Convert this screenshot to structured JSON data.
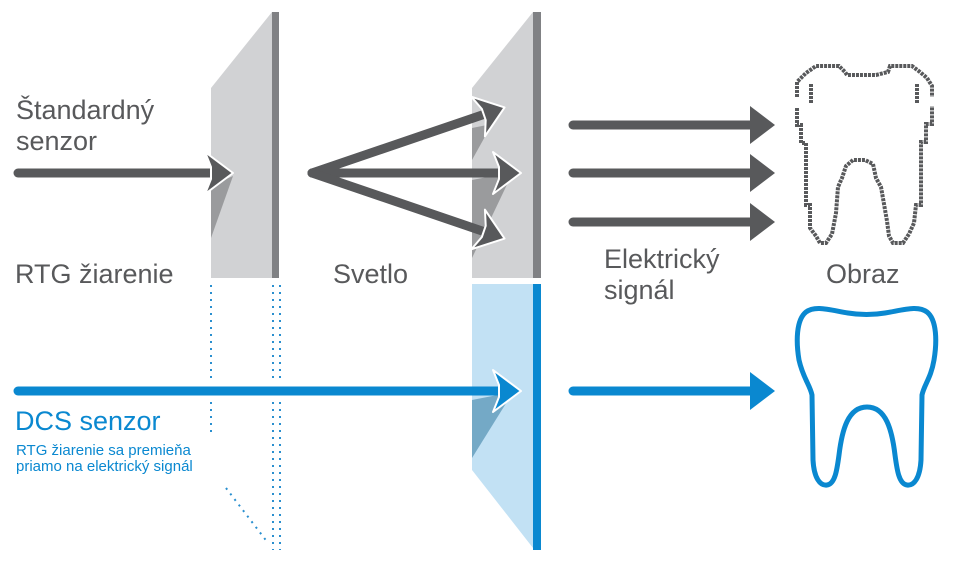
{
  "colors": {
    "dark_gray": "#58595b",
    "panel_gray": "#d1d2d4",
    "shadow_gray": "#9a9b9d",
    "bar_gray": "#808184",
    "blue": "#0a88d0",
    "panel_blue": "#c2e1f4",
    "shadow_blue": "#74a9c6",
    "dot_blue": "#2a8fcf"
  },
  "standard": {
    "title_line1": "Štandardný",
    "title_line2": "senzor",
    "label_xray": "RTG žiarenie",
    "label_light": "Svetlo",
    "label_signal_line1": "Elektrický",
    "label_signal_line2": "signál",
    "label_image": "Obraz"
  },
  "dcs": {
    "title": "DCS senzor",
    "description_line1": "RTG žiarenie sa premieňa",
    "description_line2": "priamo na elektrický signál"
  },
  "icons": {
    "standard_image": "pixelated-tooth-icon",
    "dcs_image": "tooth-outline-icon"
  }
}
